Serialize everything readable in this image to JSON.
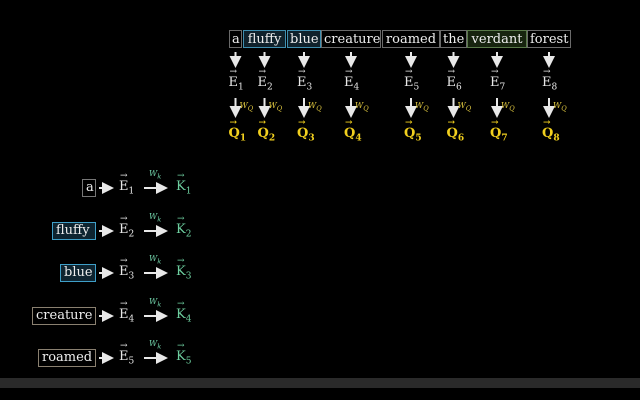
{
  "top_words": [
    "a",
    "fluffy",
    "blue",
    "creature",
    "roamed",
    "the",
    "verdant",
    "forest"
  ],
  "embed_letter": "E",
  "query_letter": "Q",
  "query_weight": "W",
  "query_weight_sub": "Q",
  "indices": [
    "1",
    "2",
    "3",
    "4",
    "5",
    "6",
    "7",
    "8"
  ],
  "key_rows": [
    {
      "word": "a",
      "index": "1"
    },
    {
      "word": "fluffy",
      "index": "2"
    },
    {
      "word": "blue",
      "index": "3"
    },
    {
      "word": "creature",
      "index": "4"
    },
    {
      "word": "roamed",
      "index": "5"
    }
  ],
  "key_letter": "K",
  "key_weight": "W",
  "key_weight_sub": "k",
  "colors": {
    "query": "#f2d01e",
    "key": "#6ed0a0",
    "highlight_blue": "#3f8fb0",
    "highlight_green": "#5a7a4a"
  }
}
